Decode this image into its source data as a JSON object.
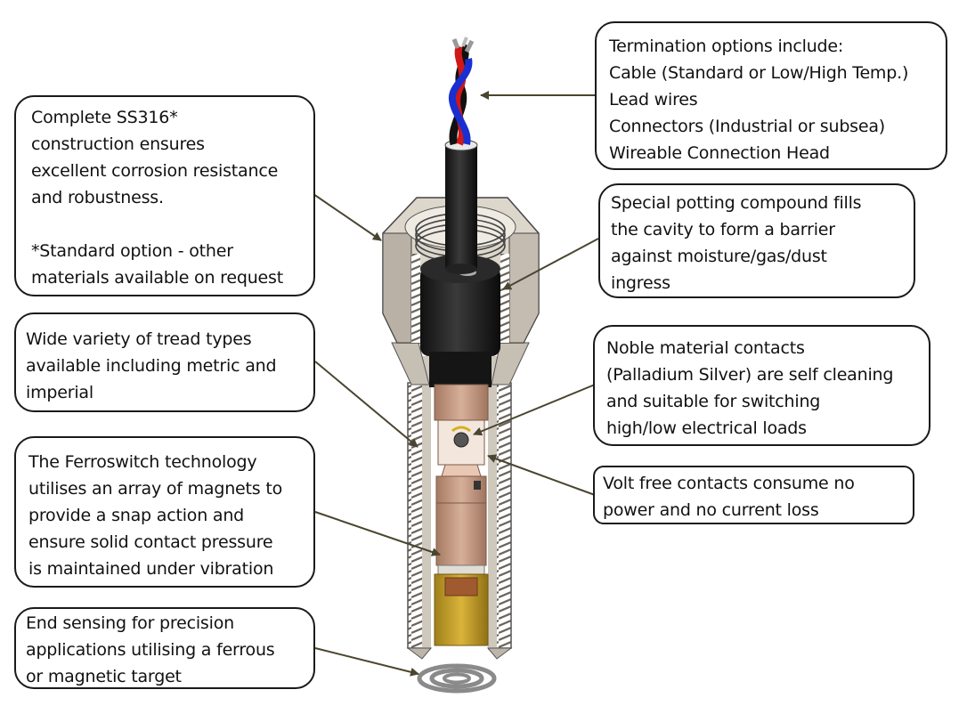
{
  "title": "Ferroswitch proximity switch cutaway diagram",
  "colors": {
    "leader_line": "#4a4530",
    "box_border": "#1a1a1a",
    "steel": "#d8d2c8",
    "steel_dark": "#a8a095",
    "potting": "#1e1e1e",
    "internals_copper": "#c9a088",
    "magnet_gold": "#c9a020",
    "wire_red": "#d01818",
    "wire_blue": "#1a2fd0",
    "wire_black": "#111111",
    "target_grey": "#8a8a8a"
  },
  "callouts": {
    "construction": {
      "lines": [
        "Complete SS316*",
        "construction ensures",
        "excellent corrosion resistance",
        "and robustness.",
        "",
        "*Standard option - other",
        "materials available on request"
      ]
    },
    "threads": {
      "lines": [
        "Wide variety of tread types",
        "available including metric and",
        "imperial"
      ]
    },
    "technology": {
      "lines": [
        "The Ferroswitch technology",
        "utilises an array of magnets to",
        "provide a snap action and",
        "ensure solid contact pressure",
        "is maintained under vibration"
      ]
    },
    "end_sensing": {
      "lines": [
        "End sensing for precision",
        "applications utilising a ferrous",
        "or magnetic target"
      ]
    },
    "termination": {
      "lines": [
        "Termination options include:",
        "Cable (Standard or Low/High Temp.)",
        "Lead wires",
        "Connectors (Industrial or subsea)",
        "Wireable Connection Head"
      ]
    },
    "potting": {
      "lines": [
        "Special potting compound fills",
        "the cavity to form a barrier",
        "against moisture/gas/dust",
        "ingress"
      ]
    },
    "contacts": {
      "lines": [
        "Noble material contacts",
        "(Palladium Silver) are self cleaning",
        "and suitable for switching",
        "high/low electrical loads"
      ]
    },
    "volt_free": {
      "lines": [
        "Volt free contacts consume no",
        "power and no current loss"
      ]
    }
  }
}
